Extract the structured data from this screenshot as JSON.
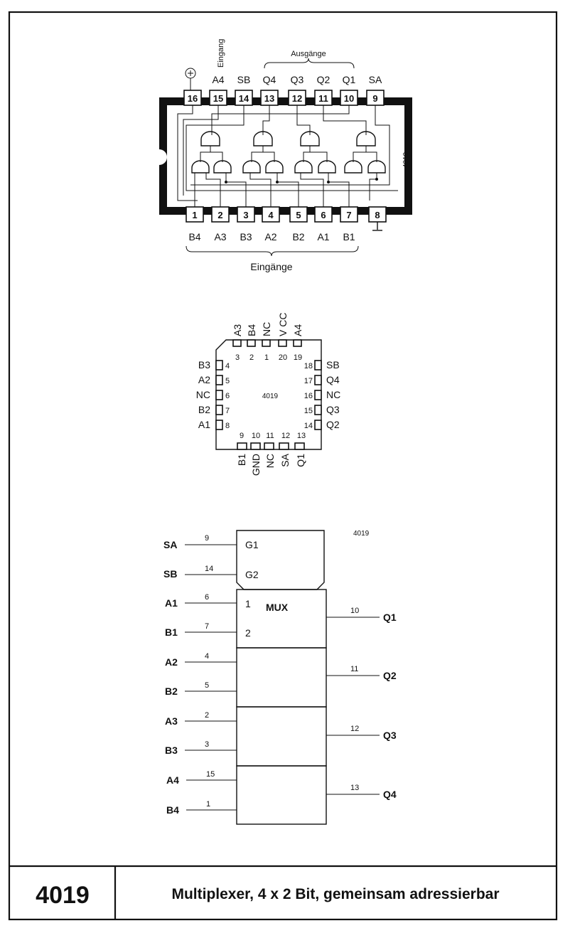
{
  "footer": {
    "code": "4019",
    "title": "Multiplexer, 4 x 2 Bit, gemeinsam adressierbar"
  },
  "dip": {
    "top_pins": [
      {
        "num": "16",
        "label": ""
      },
      {
        "num": "15",
        "label": "A4"
      },
      {
        "num": "14",
        "label": "SB"
      },
      {
        "num": "13",
        "label": "Q4"
      },
      {
        "num": "12",
        "label": "Q3"
      },
      {
        "num": "11",
        "label": "Q2"
      },
      {
        "num": "10",
        "label": "Q1"
      },
      {
        "num": "9",
        "label": "SA"
      }
    ],
    "bottom_pins": [
      {
        "num": "1",
        "label": "B4"
      },
      {
        "num": "2",
        "label": "A3"
      },
      {
        "num": "3",
        "label": "B3"
      },
      {
        "num": "4",
        "label": "A2"
      },
      {
        "num": "5",
        "label": "B2"
      },
      {
        "num": "6",
        "label": "A1"
      },
      {
        "num": "7",
        "label": "B1"
      },
      {
        "num": "8",
        "label": ""
      }
    ],
    "eingang_label": "Eingang",
    "ausgaenge_label": "Ausgänge",
    "eingaenge_label": "Eingänge",
    "chip_label": "4019"
  },
  "plcc": {
    "chip_label": "4019",
    "top_pins": [
      {
        "num": "3",
        "label": "A3"
      },
      {
        "num": "2",
        "label": "B4"
      },
      {
        "num": "1",
        "label": "NC"
      },
      {
        "num": "20",
        "label": "V CC"
      },
      {
        "num": "19",
        "label": "A4"
      }
    ],
    "left_pins": [
      {
        "num": "4",
        "label": "B3"
      },
      {
        "num": "5",
        "label": "A2"
      },
      {
        "num": "6",
        "label": "NC"
      },
      {
        "num": "7",
        "label": "B2"
      },
      {
        "num": "8",
        "label": "A1"
      }
    ],
    "right_pins": [
      {
        "num": "18",
        "label": "SB"
      },
      {
        "num": "17",
        "label": "Q4"
      },
      {
        "num": "16",
        "label": "NC"
      },
      {
        "num": "15",
        "label": "Q3"
      },
      {
        "num": "14",
        "label": "Q2"
      }
    ],
    "bottom_pins": [
      {
        "num": "9",
        "label": "B1"
      },
      {
        "num": "10",
        "label": "GND"
      },
      {
        "num": "11",
        "label": "NC"
      },
      {
        "num": "12",
        "label": "SA"
      },
      {
        "num": "13",
        "label": "Q1"
      }
    ]
  },
  "logic": {
    "chip_label": "4019",
    "mux_label": "MUX",
    "controls": [
      {
        "signal": "SA",
        "pin": "9",
        "gate": "G1"
      },
      {
        "signal": "SB",
        "pin": "14",
        "gate": "G2"
      }
    ],
    "first_inputs": [
      "1",
      "2"
    ],
    "inputs": [
      {
        "signal": "A1",
        "pin": "6"
      },
      {
        "signal": "B1",
        "pin": "7"
      },
      {
        "signal": "A2",
        "pin": "4"
      },
      {
        "signal": "B2",
        "pin": "5"
      },
      {
        "signal": "A3",
        "pin": "2"
      },
      {
        "signal": "B3",
        "pin": "3"
      },
      {
        "signal": "A4",
        "pin": "15"
      },
      {
        "signal": "B4",
        "pin": "1"
      }
    ],
    "outputs": [
      {
        "signal": "Q1",
        "pin": "10"
      },
      {
        "signal": "Q2",
        "pin": "11"
      },
      {
        "signal": "Q3",
        "pin": "12"
      },
      {
        "signal": "Q4",
        "pin": "13"
      }
    ]
  }
}
